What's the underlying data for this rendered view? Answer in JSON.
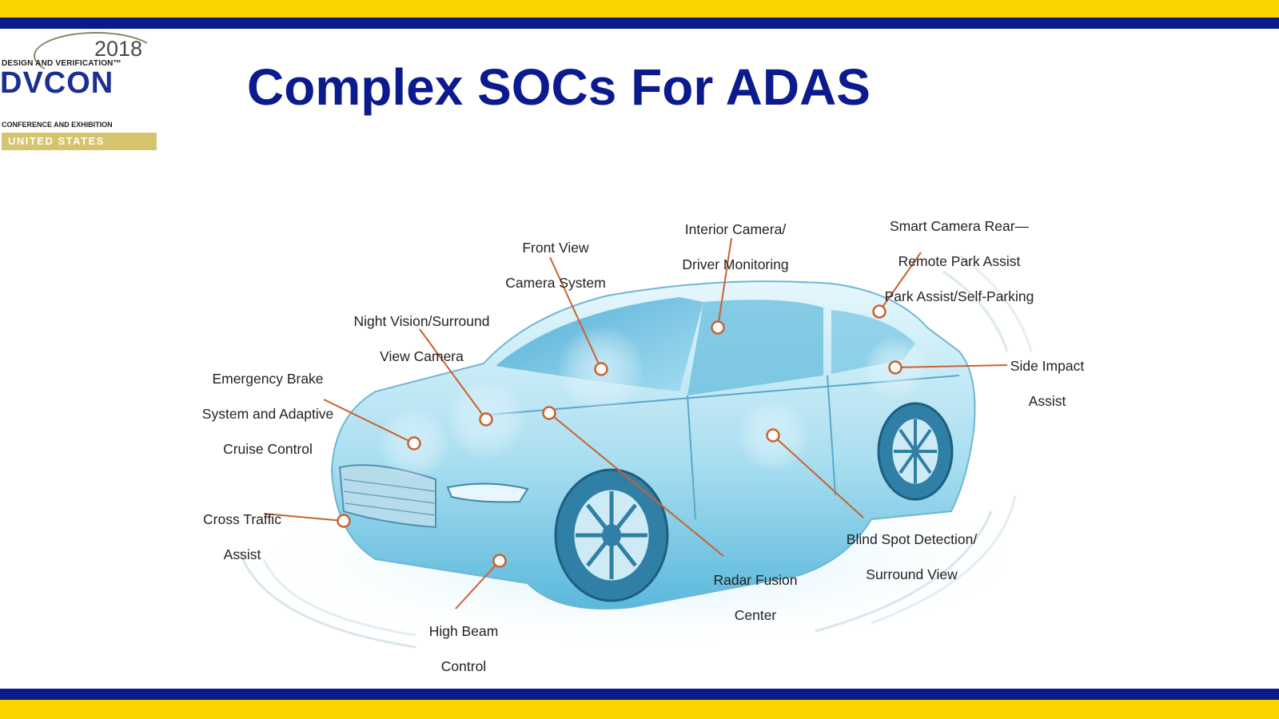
{
  "colors": {
    "yellow": "#fcd500",
    "navy": "#0a1a8a",
    "title": "#0b1a8c",
    "leader": "#c9612e",
    "car_light": "#d7f3fb",
    "car_mid": "#7fcfe8",
    "car_dark": "#2a8fb8"
  },
  "logo": {
    "year": "2018",
    "line1": "DESIGN AND VERIFICATION™",
    "name": "DVCON",
    "line2": "CONFERENCE AND EXHIBITION",
    "region": "UNITED STATES"
  },
  "slide": {
    "title": "Complex SOCs For ADAS"
  },
  "labels": {
    "front_view": [
      "Front View",
      "Camera System"
    ],
    "interior_camera": [
      "Interior Camera/",
      "Driver Monitoring"
    ],
    "smart_camera": [
      "Smart Camera Rear—",
      "Remote Park Assist",
      "Park Assist/Self-Parking"
    ],
    "night_vision": [
      "Night Vision/Surround",
      "View Camera"
    ],
    "side_impact": [
      "Side Impact",
      "Assist"
    ],
    "emergency_brake": [
      "Emergency Brake",
      "System and Adaptive",
      "Cruise Control"
    ],
    "cross_traffic": [
      "Cross Traffic",
      "Assist"
    ],
    "blind_spot": [
      "Blind Spot Detection/",
      "Surround View"
    ],
    "radar_fusion": [
      "Radar Fusion",
      "Center"
    ],
    "high_beam": [
      "High Beam",
      "Control"
    ]
  },
  "icons": {
    "car": "car-illustration",
    "marker": "sensor-marker"
  }
}
